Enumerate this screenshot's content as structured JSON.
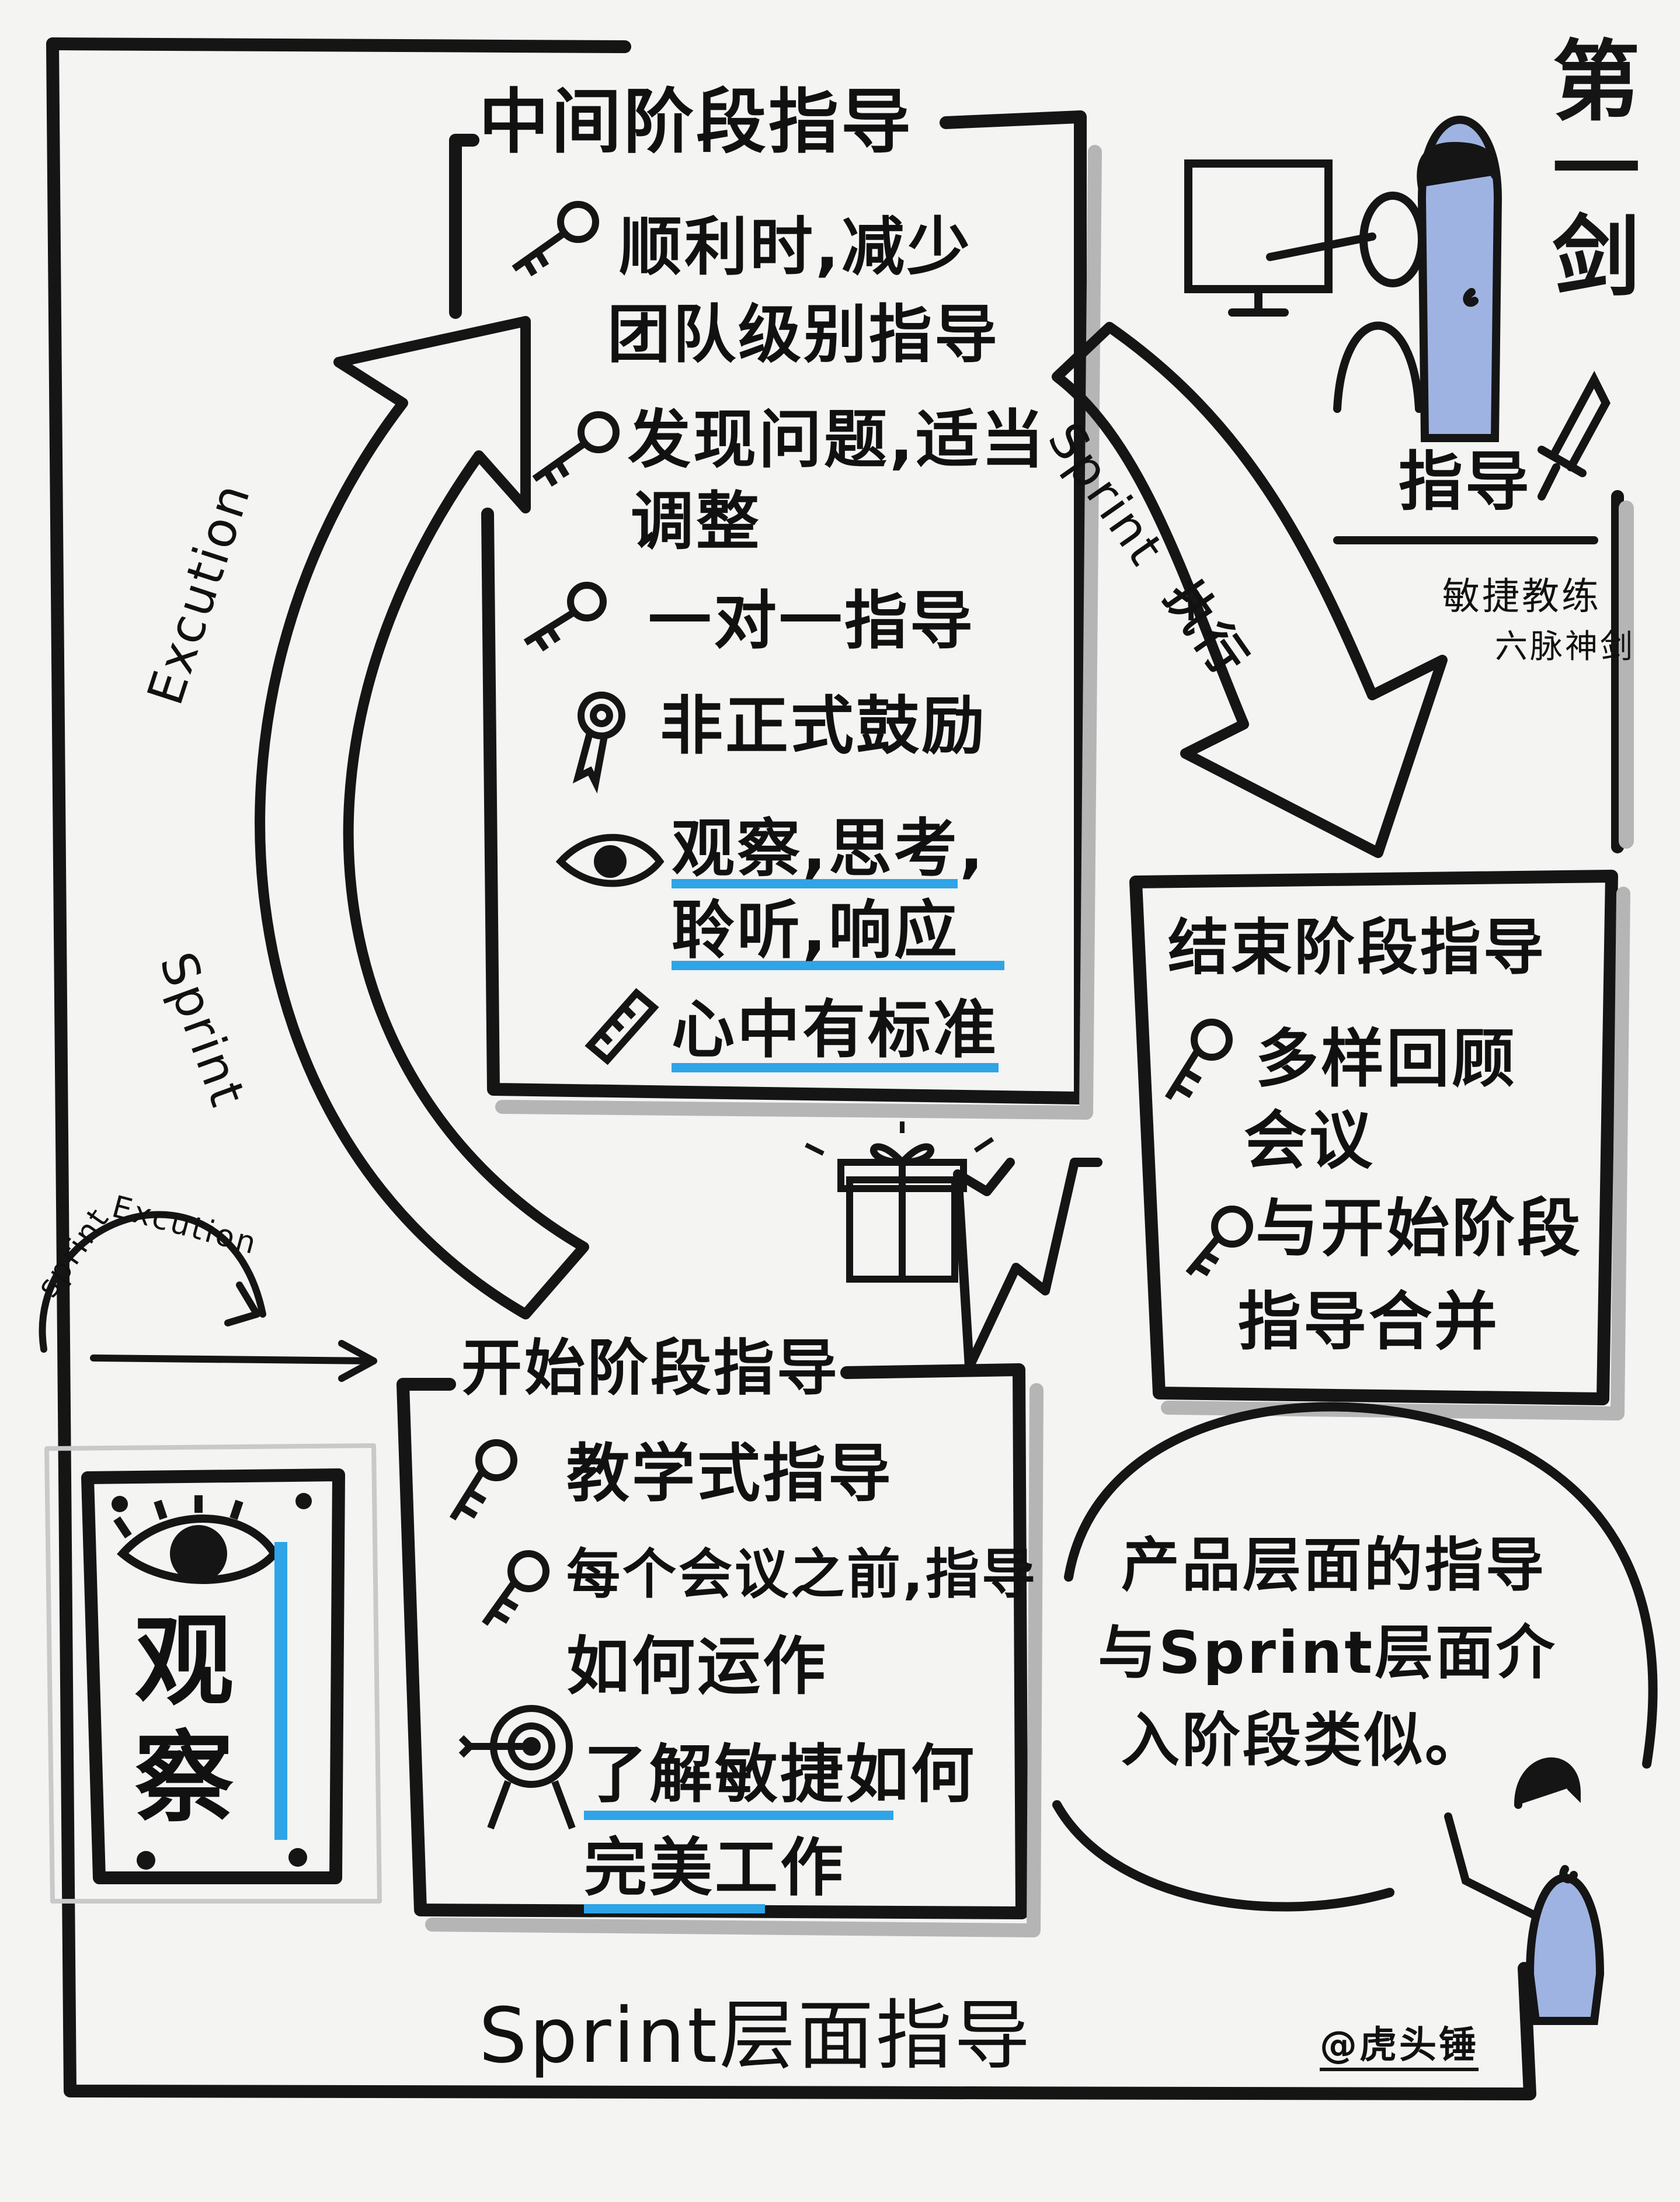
{
  "corner_title": {
    "chars": [
      "第",
      "一",
      "剑"
    ],
    "subtitle_1": "敏捷教练",
    "subtitle_2": "六脉神剑"
  },
  "top_right_illustration": {
    "label": "指导"
  },
  "middle_stage": {
    "title": "中间阶段指导",
    "items": [
      {
        "icon": "key-icon",
        "lines": [
          "顺利时,减少",
          "团队级别指导"
        ]
      },
      {
        "icon": "key-icon",
        "lines": [
          "发现问题,适当",
          "调整"
        ]
      },
      {
        "icon": "key-icon",
        "lines": [
          "一对一指导"
        ]
      },
      {
        "icon": "ribbon-medal-icon",
        "lines": [
          "非正式鼓励"
        ]
      },
      {
        "icon": "eye-icon",
        "lines": [
          "观察,思考,",
          "聆听,响应"
        ]
      },
      {
        "icon": "ruler-icon",
        "lines": [
          "心中有标准"
        ]
      }
    ]
  },
  "end_stage": {
    "title": "结束阶段指导",
    "items": [
      {
        "icon": "key-icon",
        "lines": [
          "多样回顾",
          "会议"
        ]
      },
      {
        "icon": "key-icon",
        "lines": [
          "与开始阶段",
          "指导合并"
        ]
      }
    ]
  },
  "start_stage": {
    "title": "开始阶段指导",
    "items": [
      {
        "icon": "key-icon",
        "lines": [
          "教学式指导"
        ]
      },
      {
        "icon": "key-icon",
        "lines": [
          "每个会议之前,指导",
          "如何运作"
        ]
      },
      {
        "icon": "target-icon",
        "lines": [
          "了解敏捷如何",
          "完美工作"
        ]
      }
    ]
  },
  "product_note": {
    "lines": [
      "产品层面的指导",
      "与Sprint层面介",
      "入阶段类似。"
    ]
  },
  "observe_card": {
    "chars": [
      "观",
      "察"
    ]
  },
  "arrows": {
    "left_arrow_top": "Excution",
    "left_arrow_bottom": "Sprint",
    "right_arrow_1": "Sprint",
    "right_arrow_2": "执行",
    "small_loop_1": "sprint",
    "small_loop_2": "Excution"
  },
  "footer": {
    "title": "Sprint层面指导",
    "signature": "@虎头锤"
  },
  "colors": {
    "ink": "#151515",
    "highlight": "#2fa4e7",
    "figure": "#9fb3e2",
    "shadow": "#b5b5b5"
  }
}
